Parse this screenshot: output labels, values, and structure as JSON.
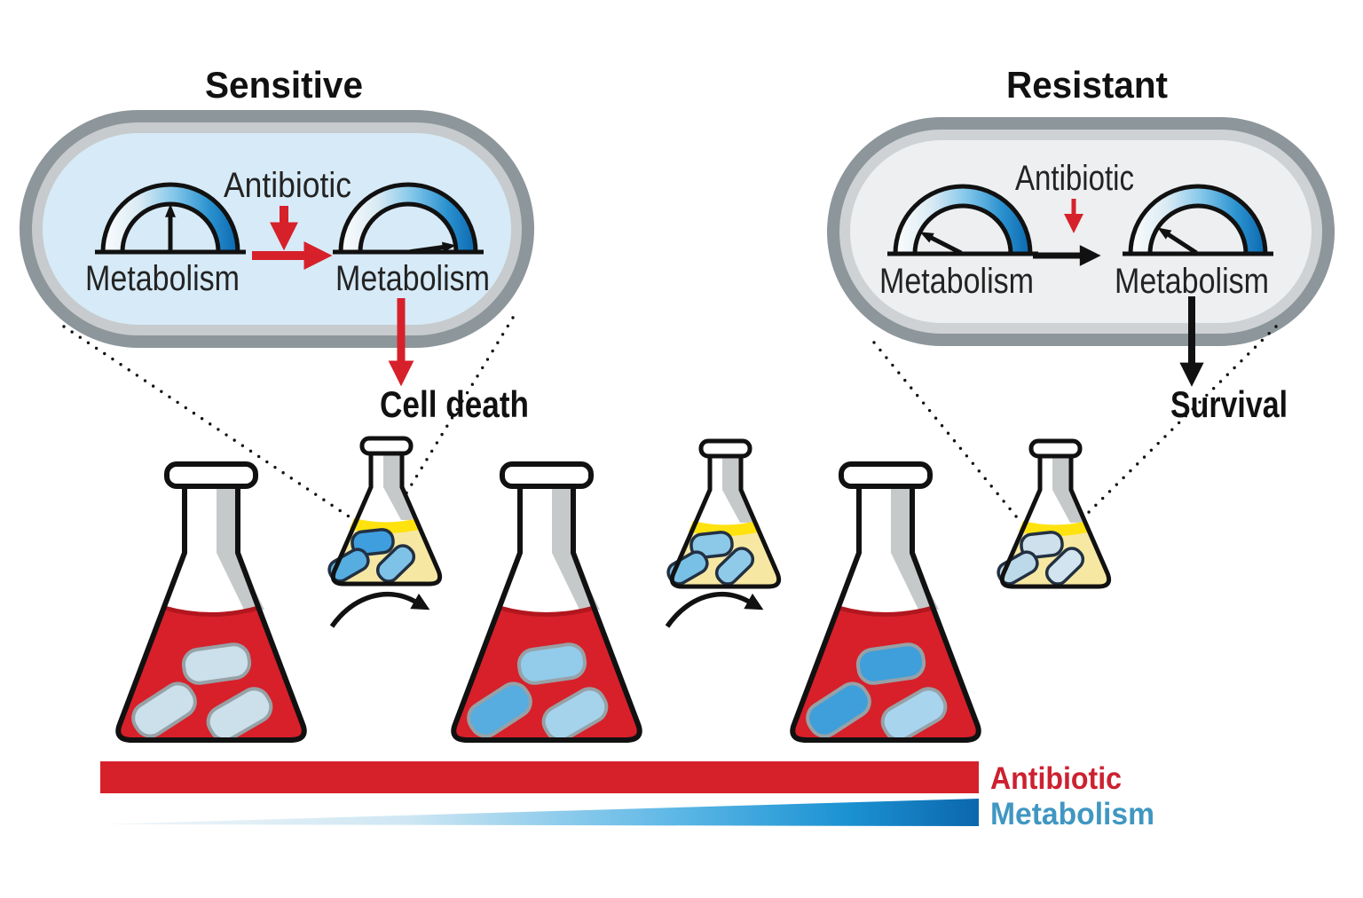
{
  "figure": {
    "sensitive": {
      "title": "Sensitive",
      "antibiotic_label": "Antibiotic",
      "gauge_left_label": "Metabolism",
      "gauge_right_label": "Metabolism",
      "outcome_label": "Cell death"
    },
    "resistant": {
      "title": "Resistant",
      "antibiotic_label": "Antibiotic",
      "gauge_left_label": "Metabolism",
      "gauge_right_label": "Metabolism",
      "outcome_label": "Survival"
    },
    "legend": {
      "antibiotic_label": "Antibiotic",
      "metabolism_label": "Metabolism"
    },
    "colors": {
      "antibiotic_red": "#d6212b",
      "legend_metabolism_blue": "#4097c1",
      "gauge_blue_deep": "#0a66ae",
      "cell_wall_gray": "#8d969b",
      "cell_interior_sensitive": "#d7eaf7",
      "cell_interior_resistant": "#edeff0",
      "flask_liquid_red": "#d7202a",
      "flask_liquid_yellow": "#f6e8a2",
      "bacteria_blue": "#3f9fda",
      "bacteria_pale": "#cbe0ea"
    }
  }
}
